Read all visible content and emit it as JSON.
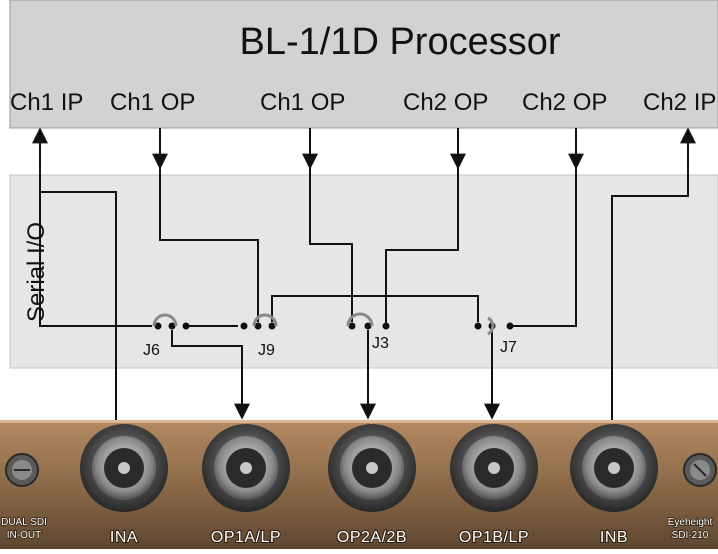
{
  "processor": {
    "title": "BL-1/1D Processor",
    "channels": [
      "Ch1 IP",
      "Ch1 OP",
      "Ch1 OP",
      "Ch2 OP",
      "Ch2 OP",
      "Ch2 IP"
    ]
  },
  "serial_io": {
    "label": "Serial I/O",
    "jumpers": [
      "J6",
      "J9",
      "J3",
      "J7"
    ]
  },
  "panel": {
    "connectors": [
      "INA",
      "OP1A/LP",
      "OP2A/2B",
      "OP1B/LP",
      "INB"
    ],
    "left_label_line1": "DUAL SDI",
    "left_label_line2": "IN-OUT",
    "right_label_line1": "Eyeheight",
    "right_label_line2": "SDI-210"
  },
  "colors": {
    "processor_bg": "#d2d2d2",
    "serial_bg": "#e6e6e6",
    "panel_bg": "#9a7350",
    "wire": "#111111"
  }
}
